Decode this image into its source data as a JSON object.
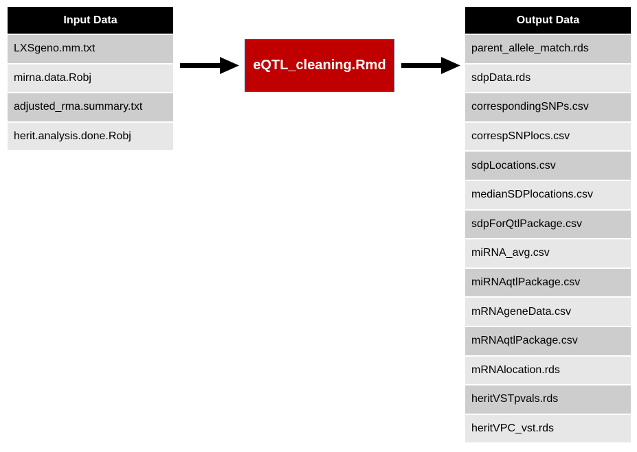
{
  "input": {
    "header": "Input Data",
    "items": [
      "LXSgeno.mm.txt",
      "mirna.data.Robj",
      "adjusted_rma.summary.txt",
      "herit.analysis.done.Robj"
    ]
  },
  "process": {
    "label": "eQTL_cleaning.Rmd",
    "color": "#c00000"
  },
  "output": {
    "header": "Output Data",
    "items": [
      "parent_allele_match.rds",
      "sdpData.rds",
      "correspondingSNPs.csv",
      "correspSNPlocs.csv",
      "sdpLocations.csv",
      "medianSDPlocations.csv",
      "sdpForQtlPackage.csv",
      "miRNA_avg.csv",
      "miRNAqtlPackage.csv",
      "mRNAgeneData.csv",
      "mRNAqtlPackage.csv",
      "mRNAlocation.rds",
      "heritVSTpvals.rds",
      "heritVPC_vst.rds"
    ]
  }
}
